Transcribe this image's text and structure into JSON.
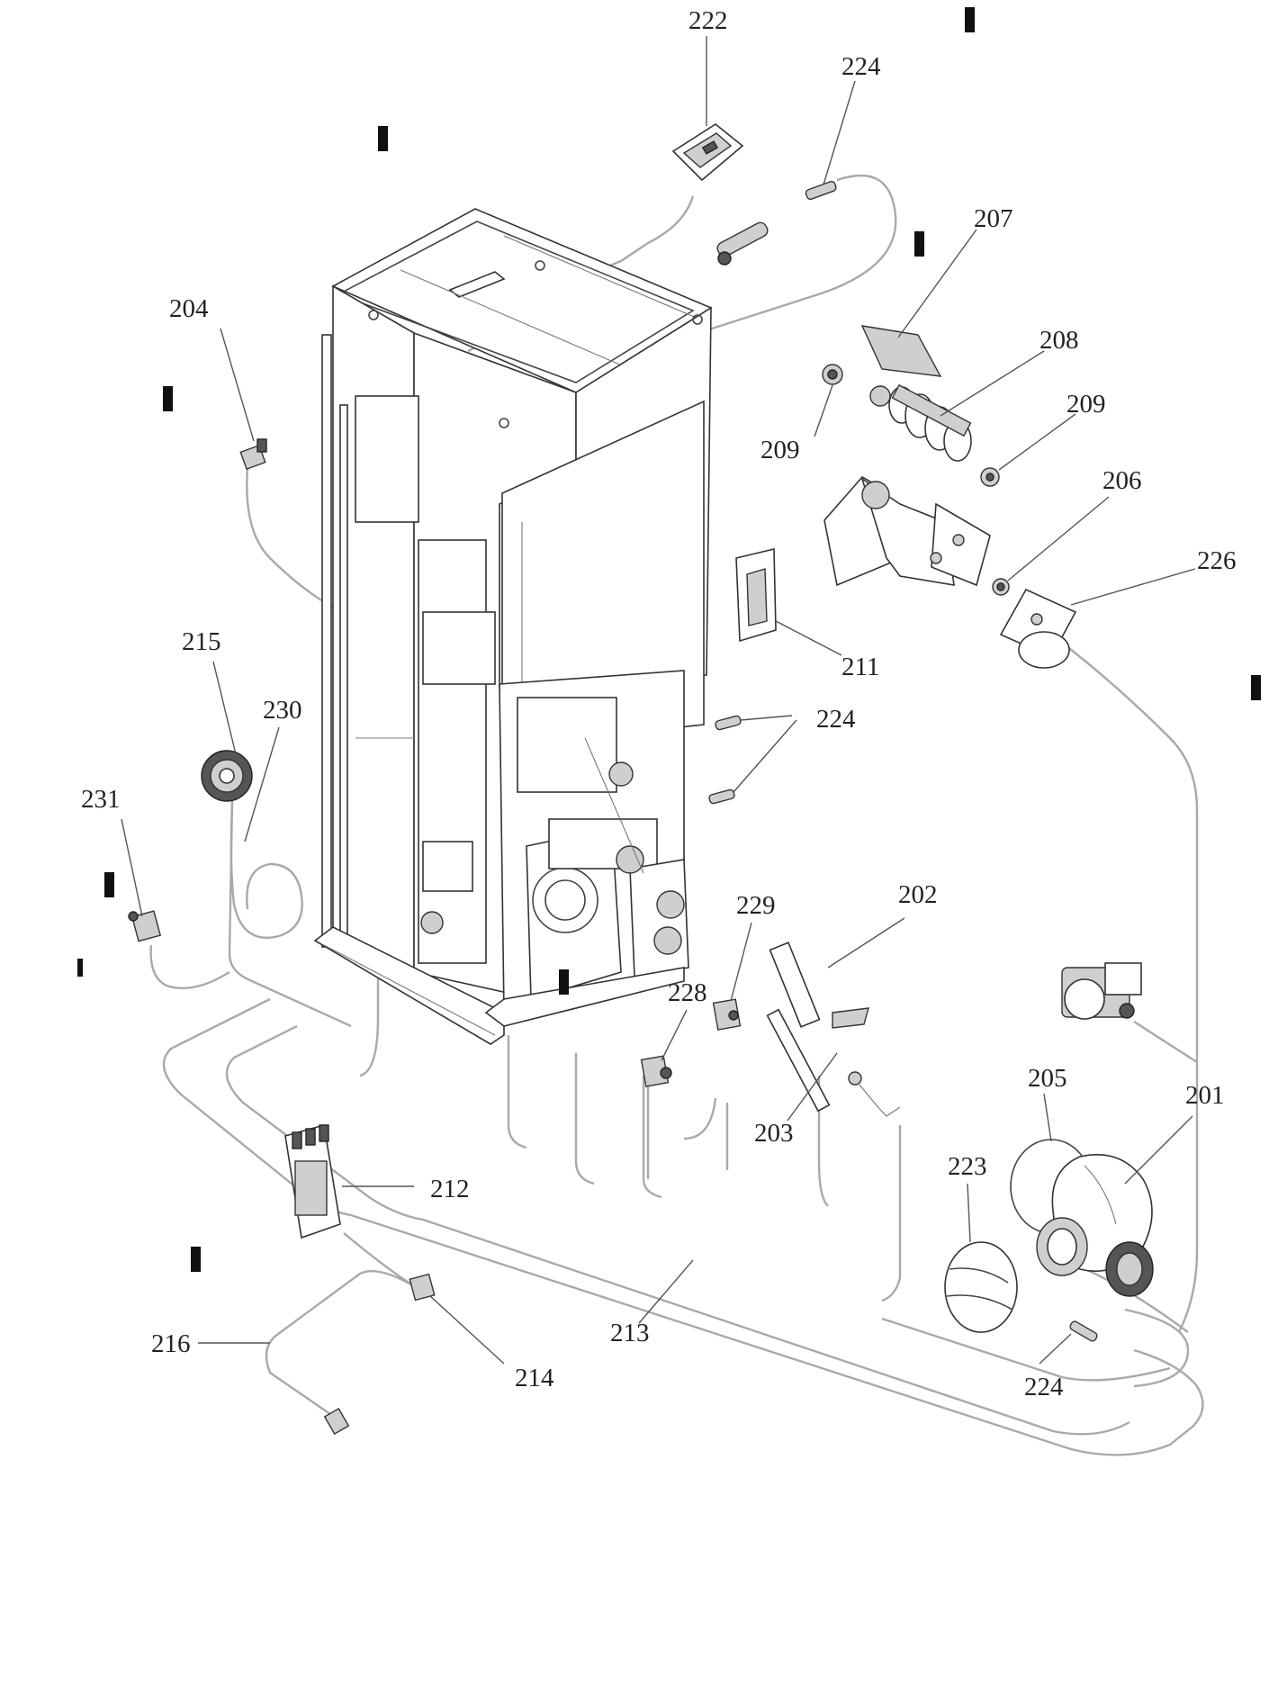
{
  "callouts": [
    {
      "id": "222",
      "text": "222"
    },
    {
      "id": "224-top",
      "text": "224"
    },
    {
      "id": "207",
      "text": "207"
    },
    {
      "id": "204",
      "text": "204"
    },
    {
      "id": "208",
      "text": "208"
    },
    {
      "id": "209-left",
      "text": "209"
    },
    {
      "id": "209-right",
      "text": "209"
    },
    {
      "id": "206",
      "text": "206"
    },
    {
      "id": "226",
      "text": "226"
    },
    {
      "id": "211",
      "text": "211"
    },
    {
      "id": "215",
      "text": "215"
    },
    {
      "id": "230",
      "text": "230"
    },
    {
      "id": "224-mid",
      "text": "224"
    },
    {
      "id": "231",
      "text": "231"
    },
    {
      "id": "229",
      "text": "229"
    },
    {
      "id": "202",
      "text": "202"
    },
    {
      "id": "228",
      "text": "228"
    },
    {
      "id": "203",
      "text": "203"
    },
    {
      "id": "205",
      "text": "205"
    },
    {
      "id": "201",
      "text": "201"
    },
    {
      "id": "223",
      "text": "223"
    },
    {
      "id": "212",
      "text": "212"
    },
    {
      "id": "216",
      "text": "216"
    },
    {
      "id": "213",
      "text": "213"
    },
    {
      "id": "214",
      "text": "214"
    },
    {
      "id": "224-bottom",
      "text": "224"
    }
  ]
}
